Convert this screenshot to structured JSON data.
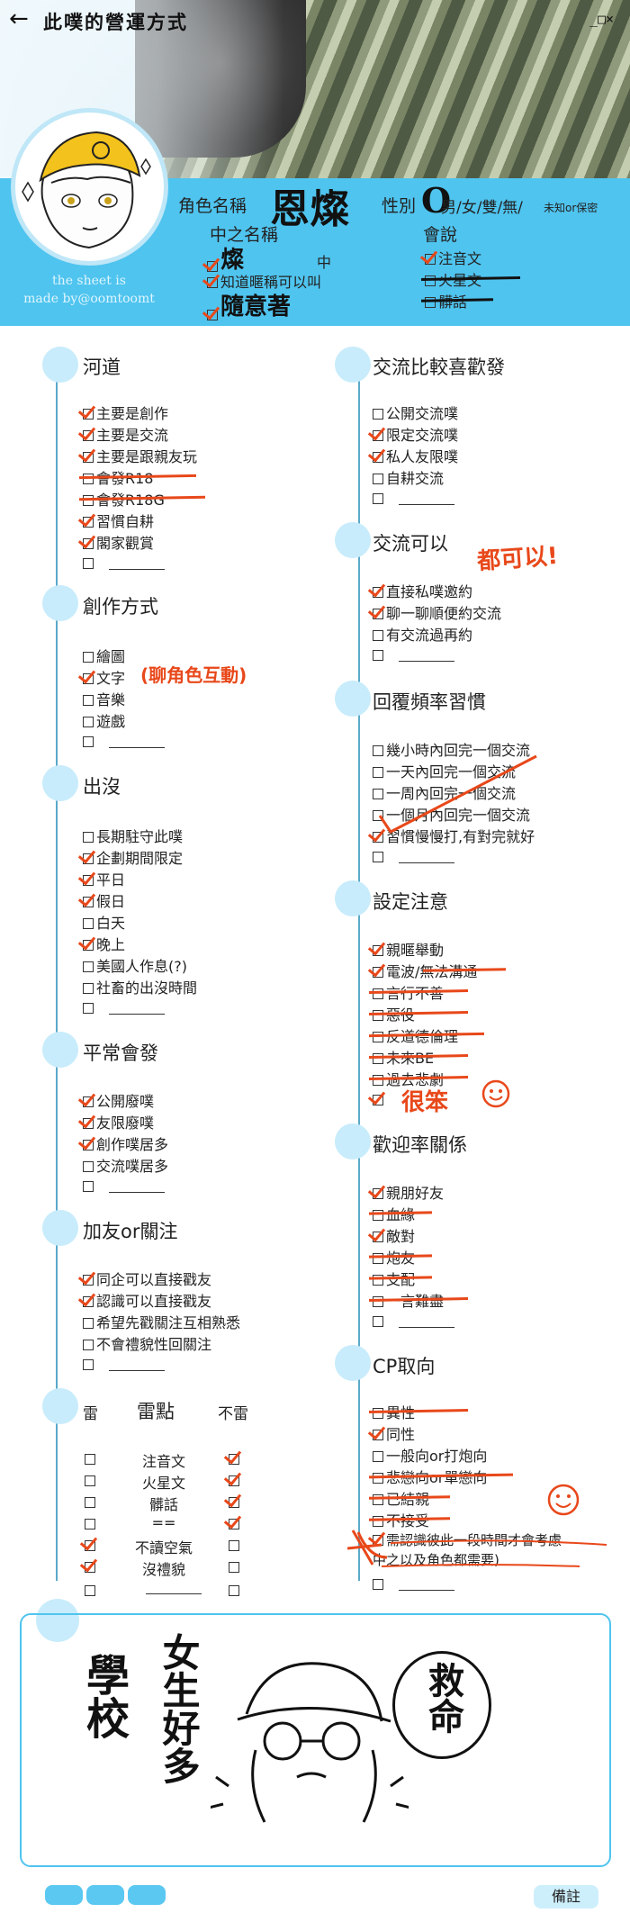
{
  "window": {
    "title": "此噗的營運方式",
    "controls": "_□×"
  },
  "profile": {
    "credit_line1": "the sheet is",
    "credit_line2": "made by@oomtoomt",
    "name_label": "角色名稱",
    "name_value": "恩燦",
    "gender_label": "性別",
    "gender_mark": "O",
    "gender_options": "男/女/雙/無/",
    "gender_suffix": "未知or保密",
    "cn_name_label": "中之名稱",
    "cn_name_value": "燦",
    "cn_name_unit": "中",
    "cn_name_opt1": "知道暱稱可以叫",
    "cn_name_scribble": "隨意著",
    "speak_label": "會說",
    "speak_opts": [
      "注音文",
      "火星文",
      "髒話"
    ]
  },
  "sections": {
    "hedao": {
      "title": "河道",
      "options": [
        "主要是創作",
        "主要是交流",
        "主要是跟親友玩",
        "會發R18",
        "會發R18G",
        "習慣自耕",
        "閣家觀賞",
        ""
      ]
    },
    "create": {
      "title": "創作方式",
      "options": [
        "繪圖",
        "文字",
        "音樂",
        "遊戲",
        ""
      ],
      "note": "(聊角色互動)"
    },
    "appear": {
      "title": "出沒",
      "options": [
        "長期駐守此噗",
        "企劃期間限定",
        "平日",
        "假日",
        "白天",
        "晚上",
        "美國人作息(?)",
        "社畜的出沒時間",
        ""
      ]
    },
    "post": {
      "title": "平常會發",
      "options": [
        "公開廢噗",
        "友限廢噗",
        "創作噗居多",
        "交流噗居多",
        ""
      ]
    },
    "friend": {
      "title": "加友or關注",
      "options": [
        "同企可以直接戳友",
        "認識可以直接戳友",
        "希望先戳關注互相熟悉",
        "不會禮貌性回關注",
        ""
      ]
    },
    "lei": {
      "title": "雷點",
      "left_head": "雷",
      "right_head": "不雷",
      "items": [
        "注音文",
        "火星文",
        "髒話",
        "==",
        "不讀空氣",
        "沒禮貌",
        ""
      ]
    },
    "exchange": {
      "title": "交流比較喜歡發",
      "options": [
        "公開交流噗",
        "限定交流噗",
        "私人友限噗",
        "自耕交流",
        ""
      ]
    },
    "canexchange": {
      "title": "交流可以",
      "options": [
        "直接私噗邀約",
        "聊一聊順便約交流",
        "有交流過再約",
        ""
      ],
      "note": "都可以!"
    },
    "reply": {
      "title": "回覆頻率習慣",
      "options": [
        "幾小時內回完一個交流",
        "一天內回完一個交流",
        "一周內回完一個交流",
        "一個月內回完一個交流",
        "習慣慢慢打,有對完就好",
        ""
      ]
    },
    "setting": {
      "title": "設定注意",
      "options": [
        "親暱舉動",
        "電波/無法溝通",
        "言行不善",
        "惡役",
        "反道德倫理",
        "未來BE",
        "過去悲劇",
        ""
      ],
      "note": "很笨"
    },
    "welcome": {
      "title": "歡迎率關係",
      "options": [
        "親朋好友",
        "血緣",
        "敵對",
        "炮友",
        "支配",
        "一言難盡",
        ""
      ]
    },
    "cp": {
      "title": "CP取向",
      "options": [
        "異性",
        "同性",
        "一般向or打炮向",
        "悲戀向or單戀向",
        "已結親",
        "不接受",
        "需認識彼此一段時間才會考慮",
        "中之以及角色都需要)",
        ""
      ]
    }
  },
  "remarks": {
    "button": "備註",
    "doodle_left": "學校",
    "doodle_mid": "女生好多",
    "doodle_right": "救命"
  },
  "colors": {
    "accent": "#4fc4ef",
    "dot": "#c8ecfb",
    "ink_red": "#e8481a"
  }
}
